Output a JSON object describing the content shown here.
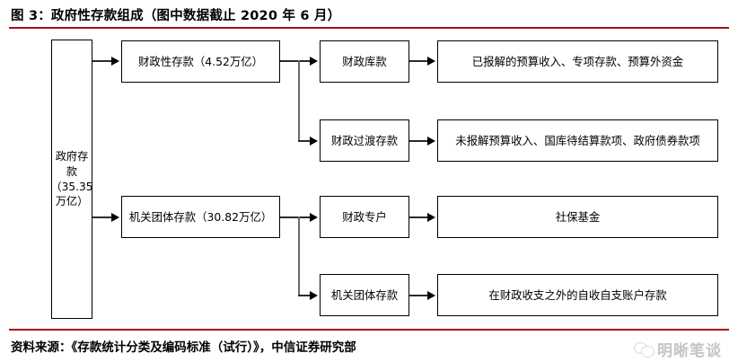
{
  "figure": {
    "title": "图 3：政府性存款组成（图中数据截止 2020 年 6 月）",
    "source": "资料来源：《存款统计分类及编码标准（试行）》，中信证券研究部",
    "watermark": "明晰笔谈",
    "accent_color": "#a80f18",
    "box_border_color": "#000000",
    "background_color": "#ffffff"
  },
  "chart_data": {
    "type": "diagram",
    "title": "图 3：政府性存款组成（图中数据截止 2020 年 6 月）",
    "root": {
      "label": "政府存款（35.35万亿）",
      "amount": "35.35万亿"
    },
    "branches": [
      {
        "label": "财政性存款（4.52万亿）",
        "amount": "4.52万亿",
        "children": [
          {
            "label": "财政库款",
            "detail": "已报解的预算收入、专项存款、预算外资金"
          },
          {
            "label": "财政过渡存款",
            "detail": "未报解预算收入、国库待结算款项、政府债券款项"
          }
        ]
      },
      {
        "label": "机关团体存款（30.82万亿）",
        "amount": "30.82万亿",
        "children": [
          {
            "label": "财政专户",
            "detail": "社保基金"
          },
          {
            "label": "机关团体存款",
            "detail": "在财政收支之外的自收自支账户存款"
          }
        ]
      }
    ]
  },
  "nodes": {
    "root": "政府存\n款\n（35.35\n万亿）",
    "root_l1": "政府存",
    "root_l2": "款",
    "root_l3": "（35.35",
    "root_l4": "万亿）",
    "level1_a": "财政性存款（4.52万亿）",
    "level1_b": "机关团体存款（30.82万亿）",
    "level2_a": "财政库款",
    "level2_b": "财政过渡存款",
    "level2_c": "财政专户",
    "level2_d": "机关团体存款",
    "level3_a": "已报解的预算收入、专项存款、预算外资金",
    "level3_b": "未报解预算收入、国库待结算款项、政府债券款项",
    "level3_c": "社保基金",
    "level3_d": "在财政收支之外的自收自支账户存款"
  }
}
